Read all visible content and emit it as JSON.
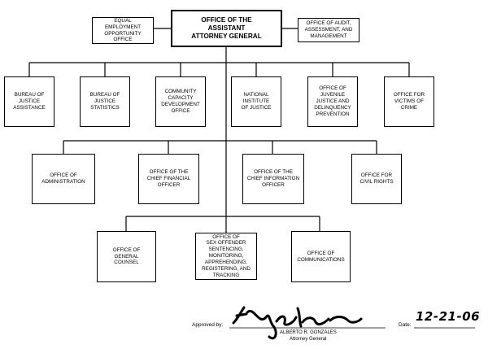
{
  "boxes": {
    "eeo": "Equal\nEmployment\nOpportunity\nOffice",
    "aag": "Office of the\nAssistant\nAttorney General",
    "audit": "Office of Audit,\nAssessment, and\nManagement",
    "bja": "Bureau of\nJustice\nAssistance",
    "bjs": "Bureau of\nJustice\nStatistics",
    "ccdo": "Community\nCapacity\nDevelopment\nOffice",
    "nij": "National\nInstitute\nof Justice",
    "ojjdp": "Office of\nJuvenile\nJustice and\nDelinquency\nPrevention",
    "ovc": "Office for\nVictims of\nCrime",
    "admin": "Office of\nAdministration",
    "cfo": "Office of the\nChief Financial\nOfficer",
    "cio": "Office of the\nChief Information\nOfficer",
    "ocr": "Office for\nCivil Rights",
    "ogc": "Office of\nGeneral\nCounsel",
    "smart": "Office of\nSex Offender\nSentencing,\nMonitoring,\nApprehending,\nRegistering, and\nTracking",
    "comms": "Office of\nCommunications"
  },
  "approval": {
    "approved_label": "Approved by:",
    "name": "ALBERTO R. GONZALES",
    "title": "Attorney General",
    "date_label": "Date:",
    "date_value": "12-21-06"
  }
}
